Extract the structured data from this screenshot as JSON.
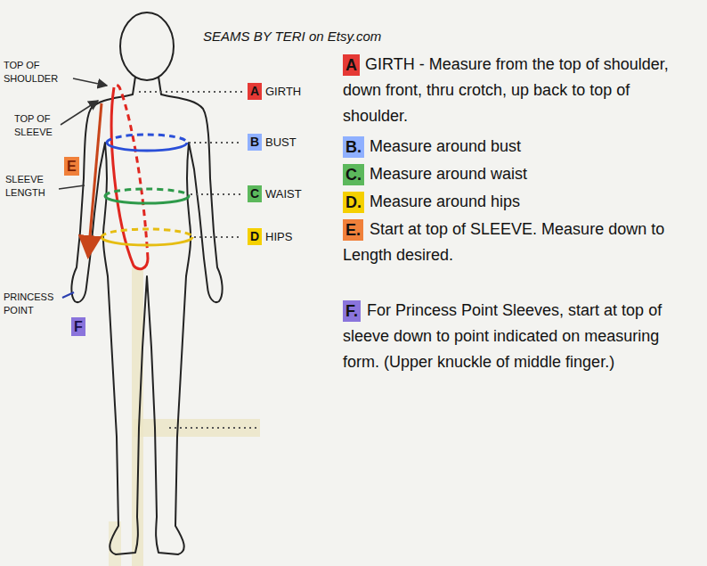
{
  "diagram": {
    "title": "SEAMS BY TERI on Etsy.com",
    "nodes": [
      {
        "text": [
          "E"
        ]
      },
      {
        "text": [
          "F"
        ]
      },
      {
        "text": [
          "A"
        ]
      },
      {
        "text": [
          "B"
        ]
      },
      {
        "text": [
          "C"
        ]
      },
      {
        "text": [
          "D"
        ]
      },
      {
        "text": [
          "A"
        ]
      },
      {
        "text": [
          "B."
        ]
      },
      {
        "text": [
          "C."
        ]
      },
      {
        "text": [
          "D."
        ]
      },
      {
        "text": [
          "E."
        ]
      },
      {
        "text": [
          "F."
        ]
      }
    ],
    "labels": [
      "TOP OF SHOULDER",
      "TOP OF SLEEVE",
      "SLEEVE LENGTH",
      "PRINCESS POINT",
      "GIRTH",
      "BUST",
      "WAIST",
      "HIPS",
      "GIRTH - Measure from the top of shoulder, down front, thru crotch, up back to top of shoulder.",
      "Measure around bust",
      "Measure around waist",
      "Measure around hips",
      "Start at top of SLEEVE. Measure down to Length desired.",
      "For Princess Point Sleeves, start at top of sleeve down to point indicated on measuring form. (Upper knuckle of middle finger.)"
    ]
  }
}
